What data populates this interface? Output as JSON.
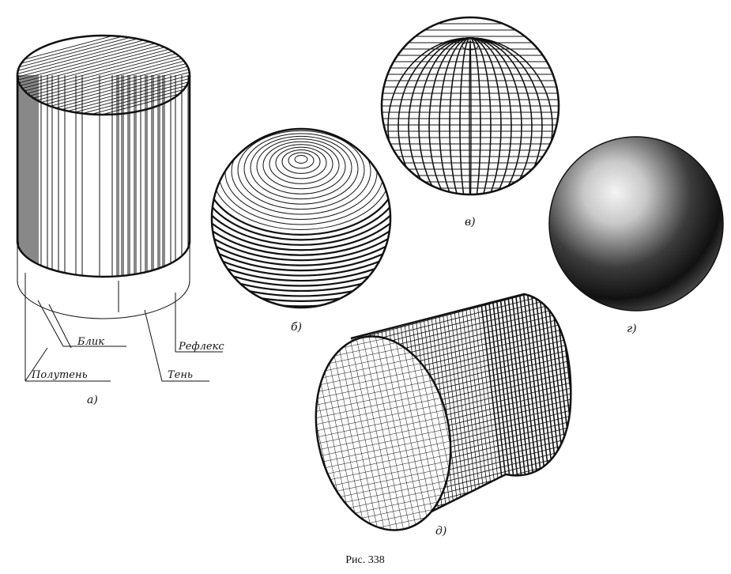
{
  "figure": {
    "caption": "Рис. 338",
    "panels": {
      "a": {
        "label": "а)",
        "callouts": {
          "highlight": "Блик",
          "reflex": "Рефлекс",
          "halftone": "Полутень",
          "shadow": "Тень"
        }
      },
      "b": {
        "label": "б)"
      },
      "v": {
        "label": "в)"
      },
      "g": {
        "label": "г)"
      },
      "d": {
        "label": "д)"
      }
    }
  },
  "colors": {
    "ink": "#111111",
    "paper": "#ffffff"
  }
}
